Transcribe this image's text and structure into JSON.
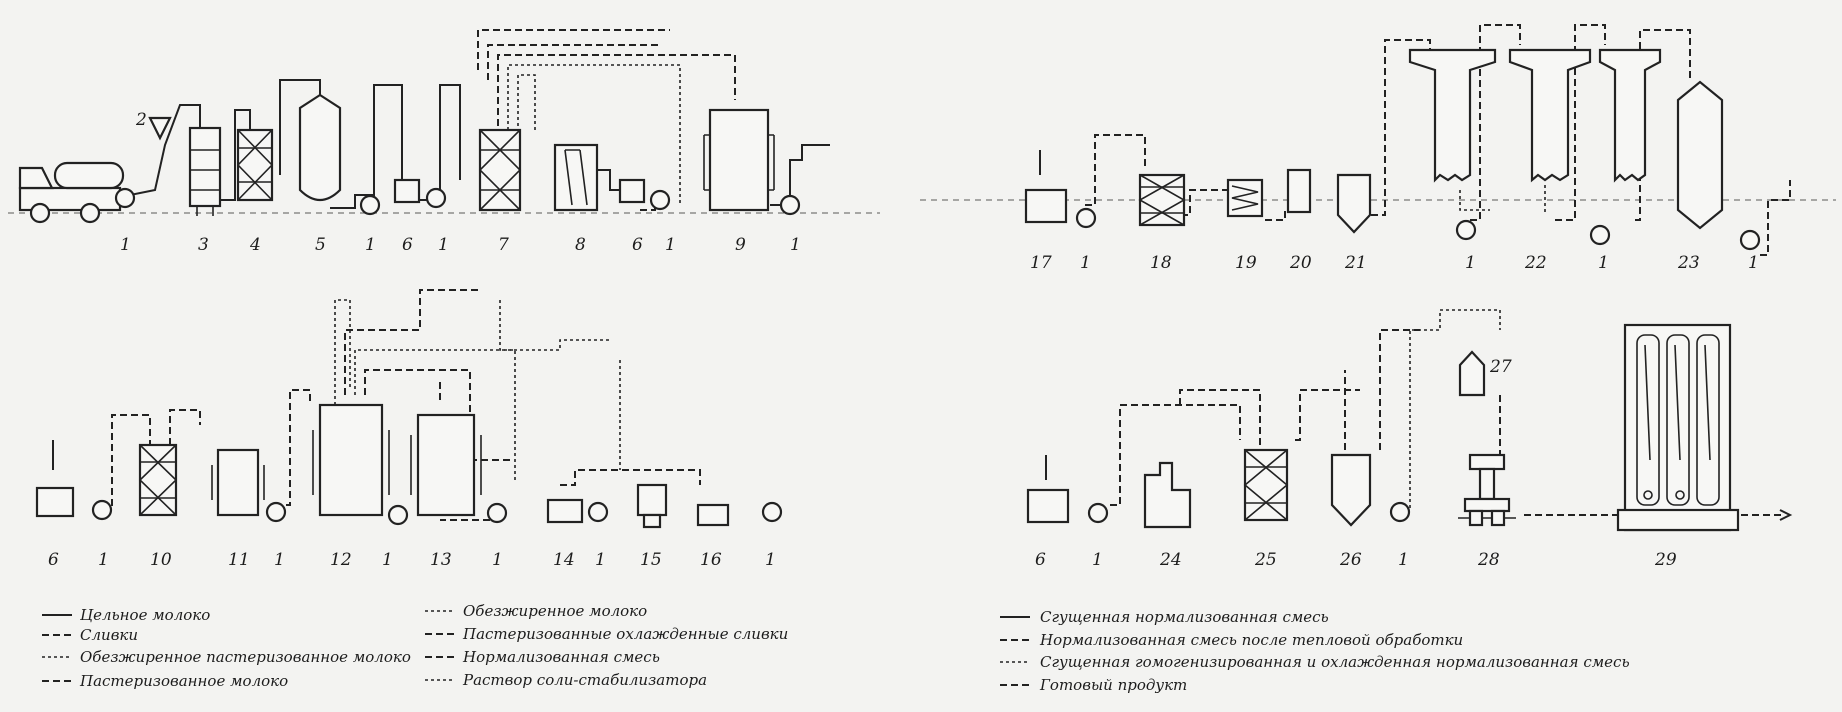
{
  "numbers": {
    "n_1": "1",
    "n_2": "2",
    "n_3": "3",
    "n_4": "4",
    "n_5": "5",
    "n_6": "6",
    "n_7": "7",
    "n_8": "8",
    "n_9": "9",
    "n_10": "10",
    "n_11": "11",
    "n_12": "12",
    "n_13": "13",
    "n_14": "14",
    "n_15": "15",
    "n_16": "16",
    "n_17": "17",
    "n_18": "18",
    "n_19": "19",
    "n_20": "20",
    "n_21": "21",
    "n_22": "22",
    "n_23": "23",
    "n_24": "24",
    "n_25": "25",
    "n_26": "26",
    "n_27": "27",
    "n_28": "28",
    "n_29": "29"
  },
  "legend_left": [
    "Цельное молоко",
    "Сливки",
    "Обезжиренное пастеризованное молоко",
    "Пастеризованное молоко",
    "Обезжиренное молоко",
    "Пастеризованные охлажденные сливки",
    "Нормализованная смесь",
    "Раствор соли-стабилизатора"
  ],
  "legend_right": [
    "Сгущенная нормализованная смесь",
    "Нормализованная смесь после тепловой обработки",
    "Сгущенная гомогенизированная и охлажденная нормализованная смесь",
    "Готовый продукт"
  ]
}
